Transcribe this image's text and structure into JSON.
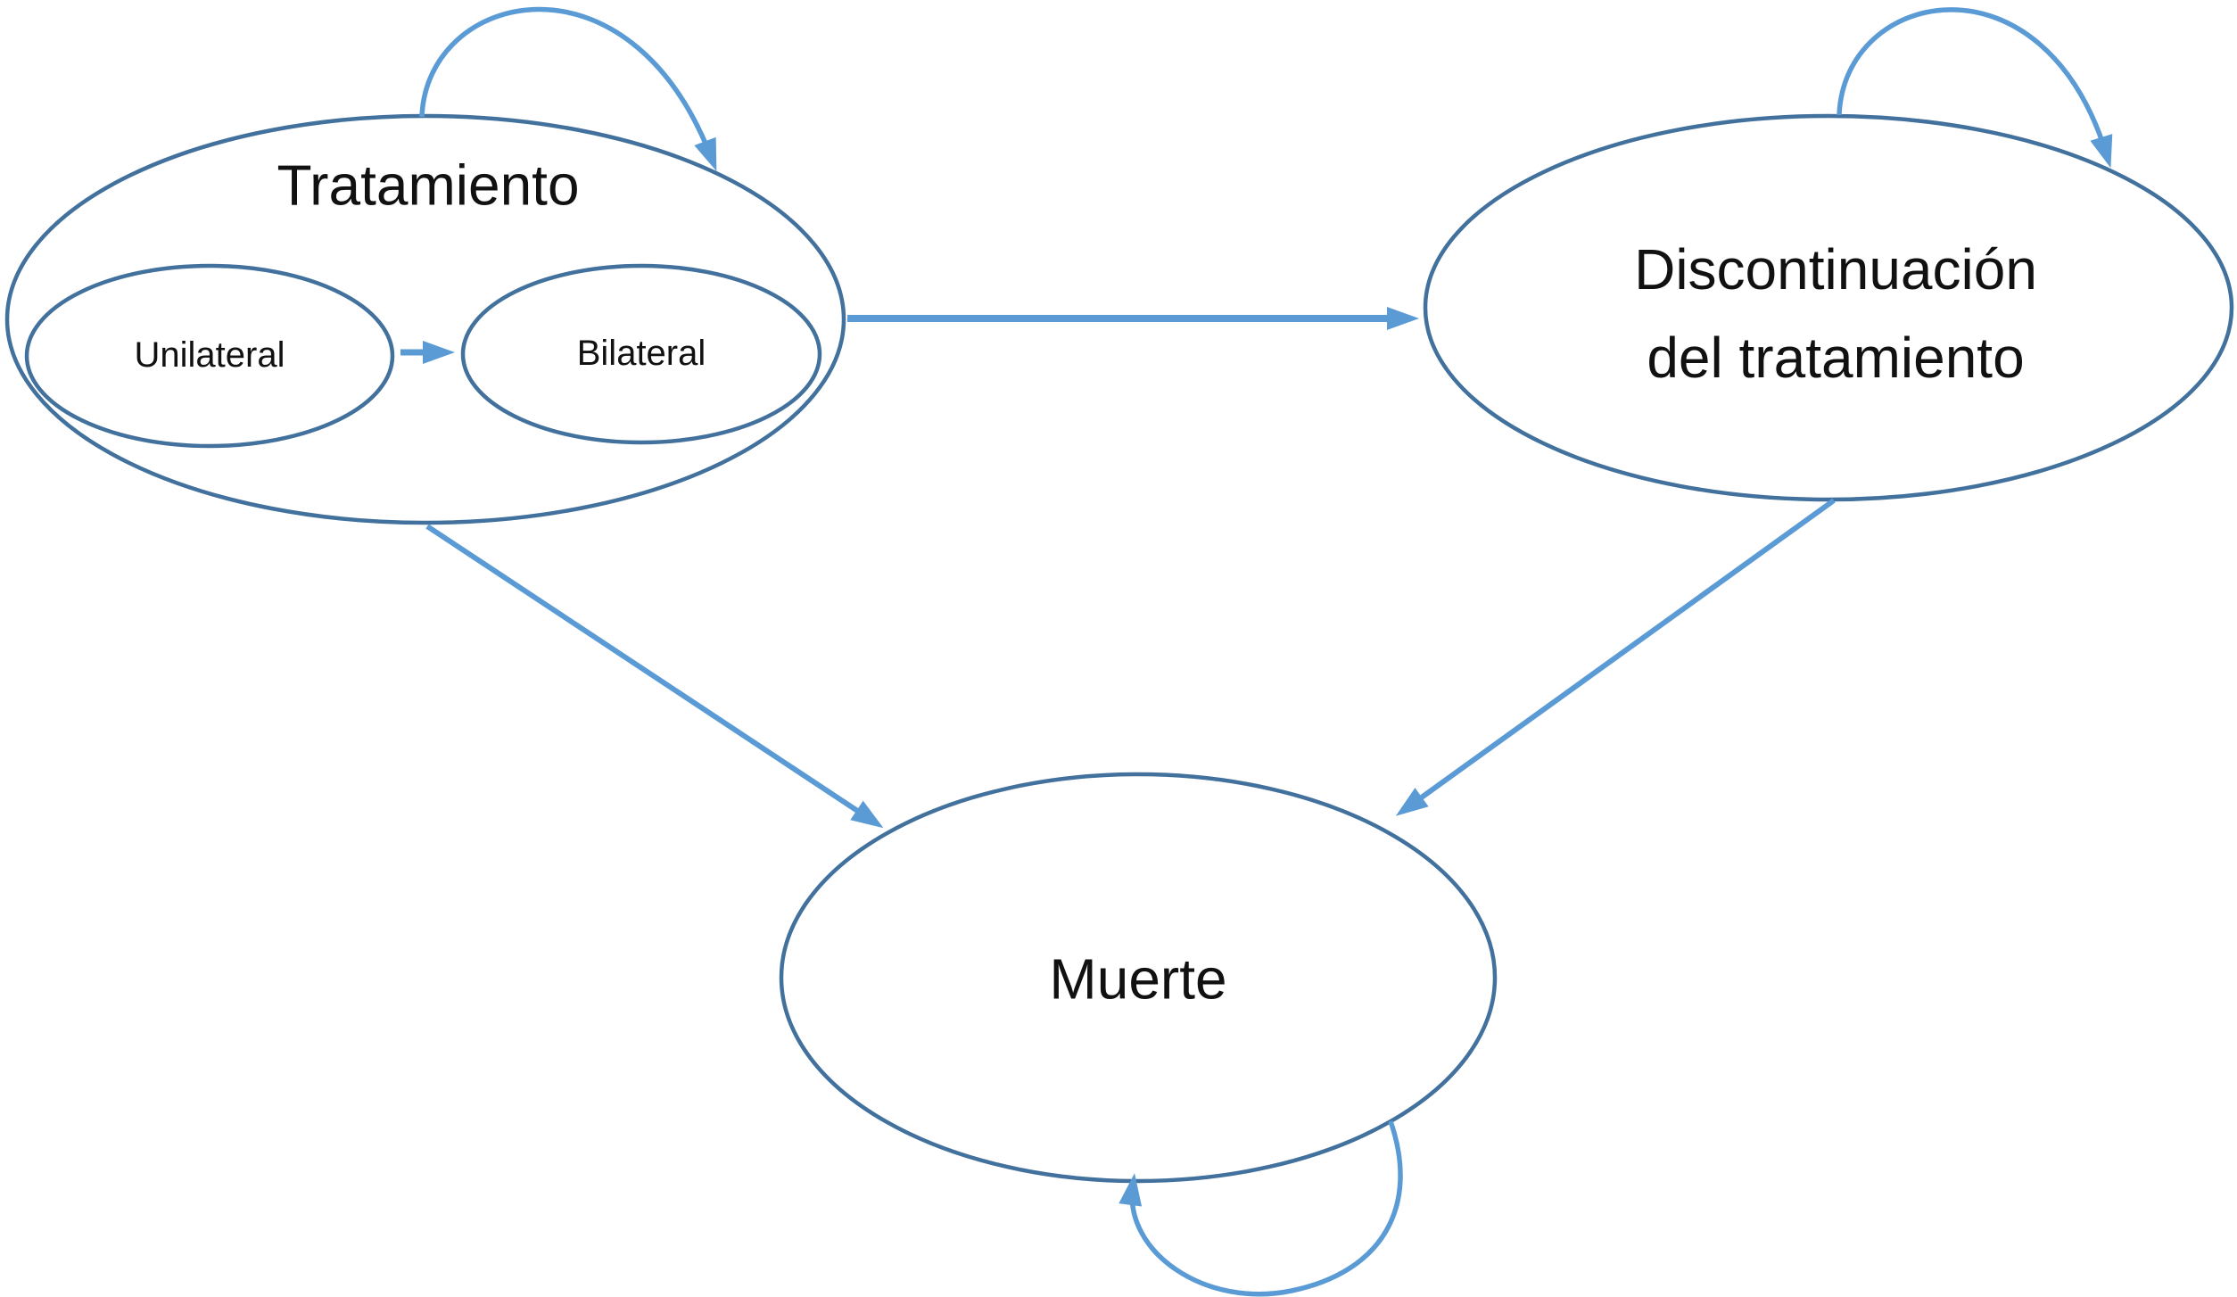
{
  "diagram": {
    "type": "state-transition-diagram",
    "background": "#FFFFFF",
    "colors": {
      "node_stroke": "#41719C",
      "arrow": "#5B9BD5",
      "text": "#111111"
    },
    "nodes": {
      "tratamiento": {
        "label": "Tratamiento"
      },
      "unilateral": {
        "label": "Unilateral"
      },
      "bilateral": {
        "label": "Bilateral"
      },
      "discontinuacion": {
        "label": "Discontinuación\ndel tratamiento"
      },
      "muerte": {
        "label": "Muerte"
      }
    },
    "edges": [
      {
        "from": "tratamiento",
        "to": "tratamiento",
        "type": "self-loop"
      },
      {
        "from": "unilateral",
        "to": "bilateral",
        "type": "transition"
      },
      {
        "from": "tratamiento",
        "to": "discontinuacion",
        "type": "transition"
      },
      {
        "from": "tratamiento",
        "to": "muerte",
        "type": "transition"
      },
      {
        "from": "discontinuacion",
        "to": "discontinuacion",
        "type": "self-loop"
      },
      {
        "from": "discontinuacion",
        "to": "muerte",
        "type": "transition"
      },
      {
        "from": "muerte",
        "to": "muerte",
        "type": "self-loop"
      }
    ]
  }
}
